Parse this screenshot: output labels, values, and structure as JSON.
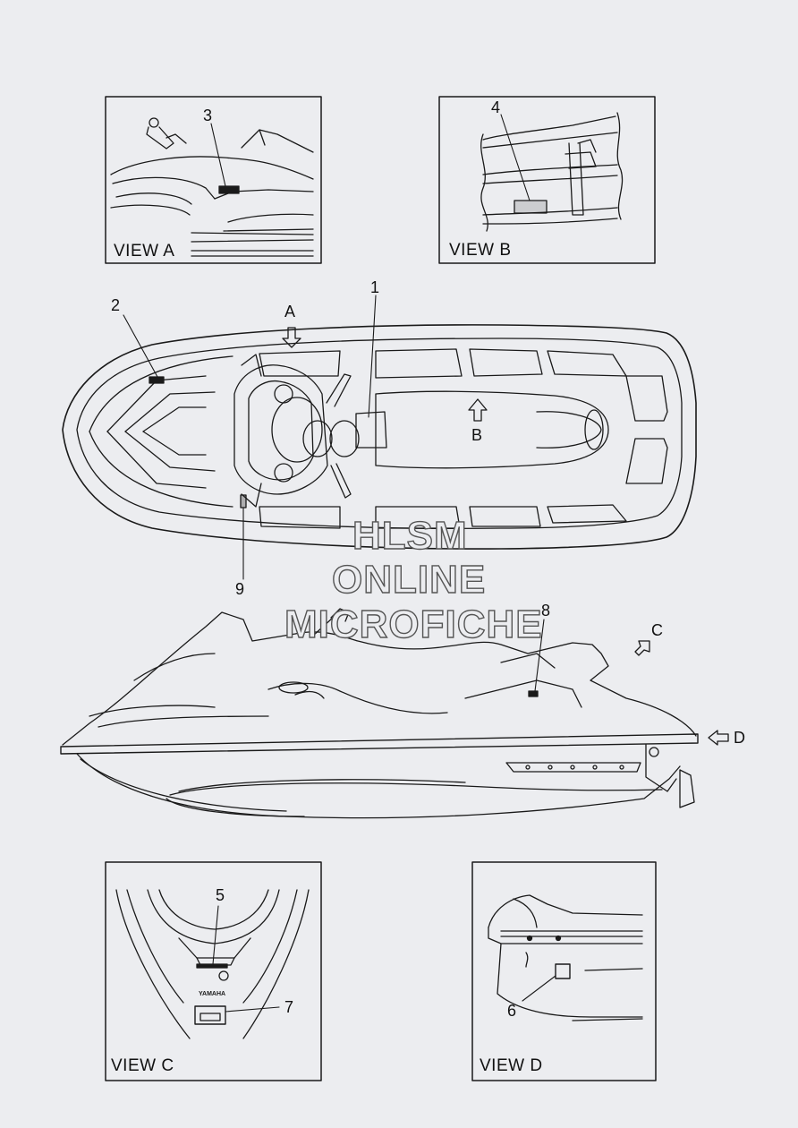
{
  "views": {
    "a": {
      "label": "VIEW A"
    },
    "b": {
      "label": "VIEW B"
    },
    "c": {
      "label": "VIEW C"
    },
    "d": {
      "label": "VIEW D"
    }
  },
  "callouts": {
    "n1": "1",
    "n2": "2",
    "n3": "3",
    "n4": "4",
    "n5": "5",
    "n6": "6",
    "n7": "7",
    "n8": "8",
    "n9": "9"
  },
  "arrows": {
    "a": "A",
    "b": "B",
    "c": "C",
    "d": "D"
  },
  "watermark": {
    "line1": "HLSM",
    "line2": "ONLINE",
    "line3": "MICROFICHE"
  },
  "logo": {
    "text": "YAMAHA"
  },
  "colors": {
    "background": "#ecedf0",
    "line": "#1a1a1a"
  }
}
